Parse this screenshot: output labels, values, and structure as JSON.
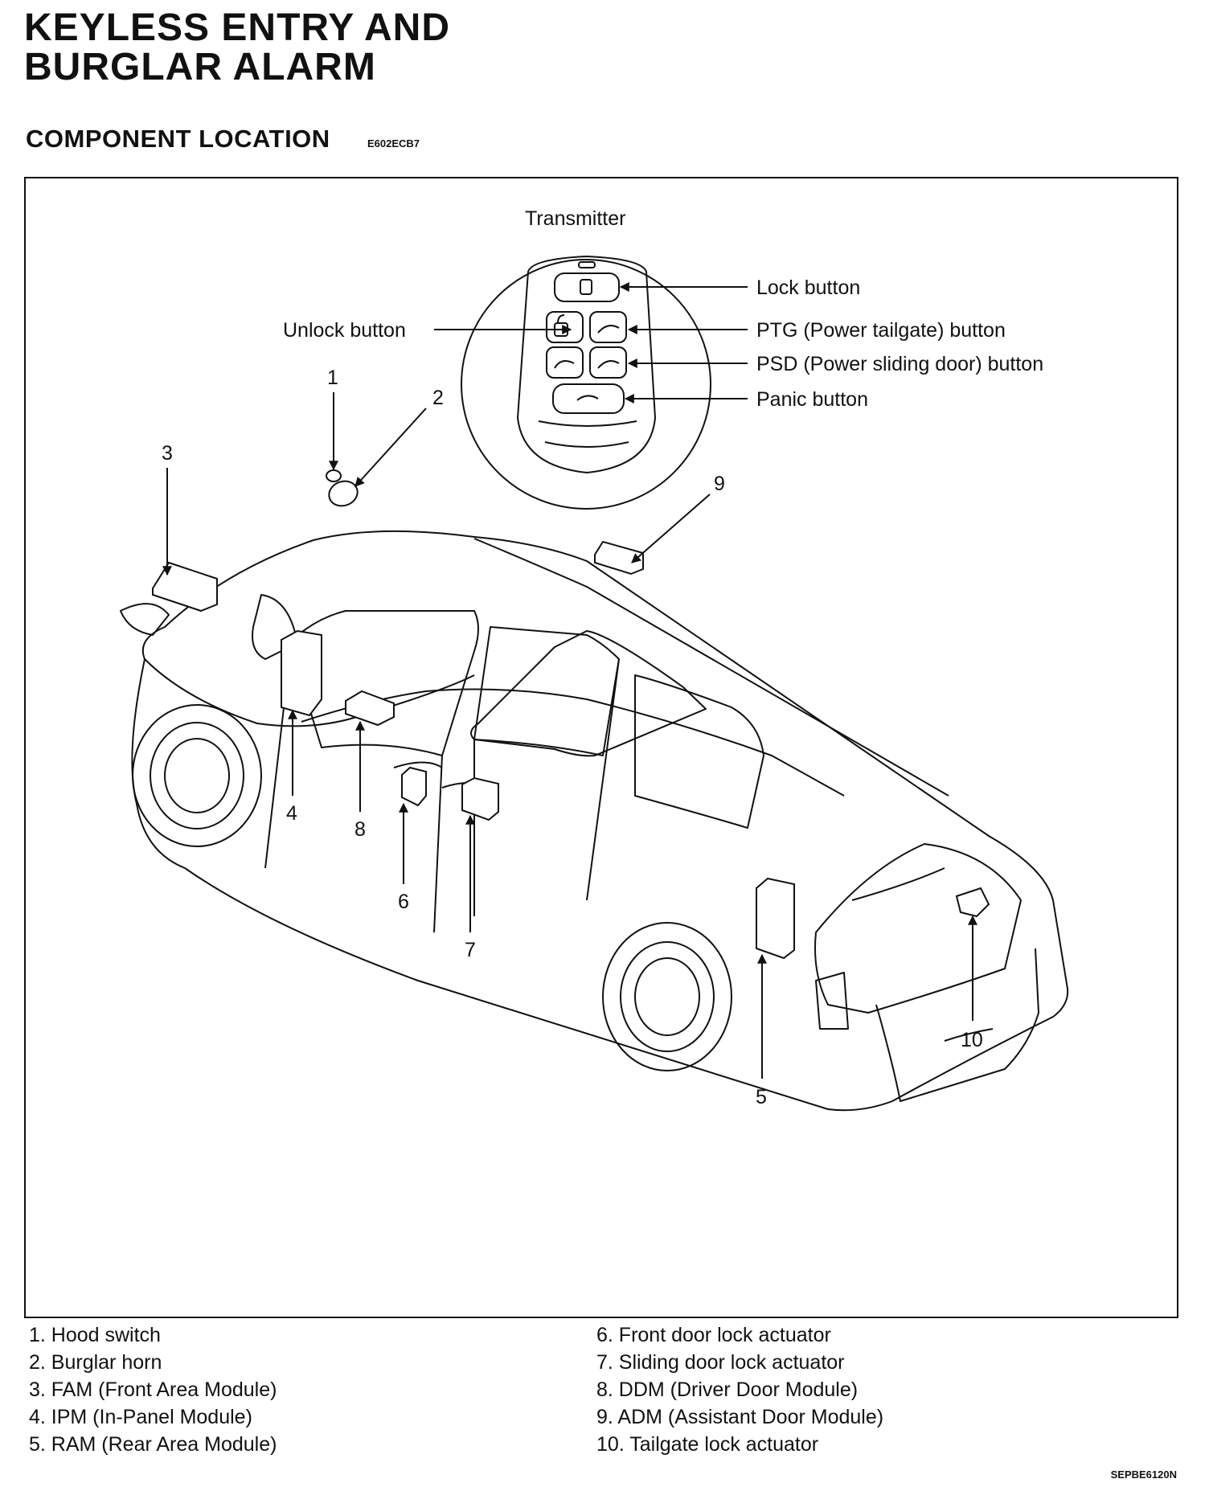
{
  "header": {
    "title_line1": "KEYLESS ENTRY AND",
    "title_line2": "BURGLAR ALARM",
    "subtitle": "COMPONENT LOCATION",
    "code": "E602ECB7"
  },
  "diagram": {
    "transmitter_title": "Transmitter",
    "callouts": {
      "lock": "Lock button",
      "unlock": "Unlock button",
      "ptg": "PTG (Power tailgate) button",
      "psd": "PSD (Power sliding door) button",
      "panic": "Panic button"
    },
    "markers": [
      "1",
      "2",
      "3",
      "4",
      "5",
      "6",
      "7",
      "8",
      "9",
      "10"
    ]
  },
  "legend": {
    "left": [
      "1. Hood switch",
      "2. Burglar horn",
      "3. FAM (Front Area Module)",
      "4. IPM (In-Panel Module)",
      "5. RAM (Rear Area Module)"
    ],
    "right": [
      "6. Front door lock actuator",
      "7. Sliding door lock actuator",
      "8. DDM (Driver Door Module)",
      "9. ADM (Assistant Door Module)",
      "10. Tailgate lock actuator"
    ]
  },
  "footer": {
    "code": "SEPBE6120N"
  }
}
